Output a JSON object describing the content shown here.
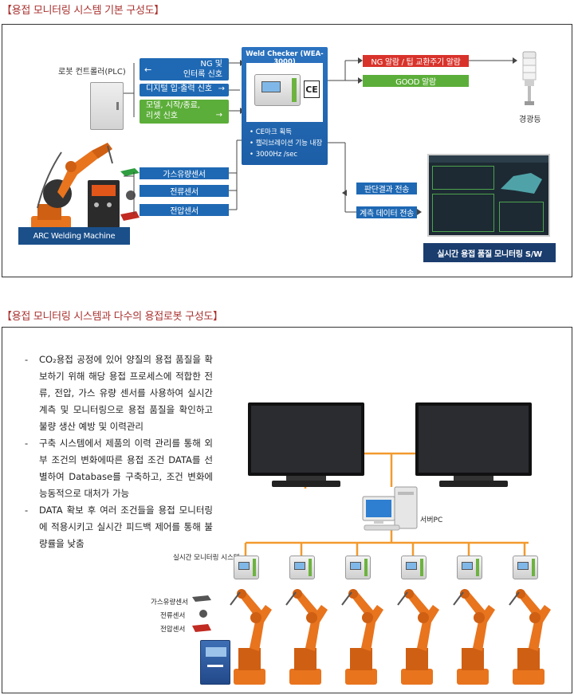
{
  "section1": {
    "title": "【용접 모니터링 시스템 기본 구성도】",
    "plc_label": "로봇 컨트롤러(PLC)",
    "signals": [
      {
        "lines": [
          "NG 및",
          "인터록 신호"
        ],
        "arrow": "←"
      },
      {
        "lines": [
          "디지털 입·출력 신호"
        ],
        "arrow": "→"
      },
      {
        "lines": [
          "모델, 시작/종료,",
          "리셋 신호"
        ],
        "arrow": "→"
      }
    ],
    "sensors": [
      "가스유량센서",
      "전류센서",
      "전압센서"
    ],
    "machine_label": "ARC Welding Machine",
    "checker_title": "Weld Checker (WEA-3000)",
    "ce_mark": "CE",
    "checker_features": [
      "CE마크 획득",
      "캘리브레이션 기능 내장",
      "3000Hz /sec"
    ],
    "alarm_ng": "NG 알람 / 팁 교환주기 알람",
    "alarm_good": "GOOD 알람",
    "lamp_label": "경광등",
    "transfer1": "판단결과 전송",
    "transfer2": "계측 데이터 전송",
    "sw_label": "실시간 용접 품질 모니터링 S/W"
  },
  "section2": {
    "title": "【용접 모니터링 시스템과 다수의 용접로봇 구성도】",
    "bullets": [
      "CO₂용접 공정에 있어 양질의 용접 품질을 확보하기 위해 해당 용접 프로세스에 적합한 전류, 전압, 가스 유량 센서를 사용하여 실시간 계측 및 모니터링으로 용접 품질을 확인하고 불량 생산 예방 및 이력관리",
      "구축 시스템에서 제품의 이력 관리를 통해 외부 조건의 변화에따른 용접 조건 DATA를 선별하여 Database를 구축하고, 조건 변화에 능동적으로 대처가 가능",
      "DATA 확보 후 여러 조건들을 용접 모니터링에 적용시키고 실시간 피드백 제어를 통해 불량률을 낮춤"
    ],
    "server_label": "서버PC",
    "monitor_system_label": "실시간 모니터링 시스템",
    "sensor_labels": [
      "가스유량센서",
      "전류센서",
      "전압센서"
    ]
  },
  "colors": {
    "accent_red": "#a8322f",
    "blue": "#1f69b4",
    "dark_blue": "#1a4f8a",
    "orange": "#f29a2e",
    "green": "#5cae3a",
    "red": "#d8332b",
    "robot_orange": "#e8741e"
  }
}
